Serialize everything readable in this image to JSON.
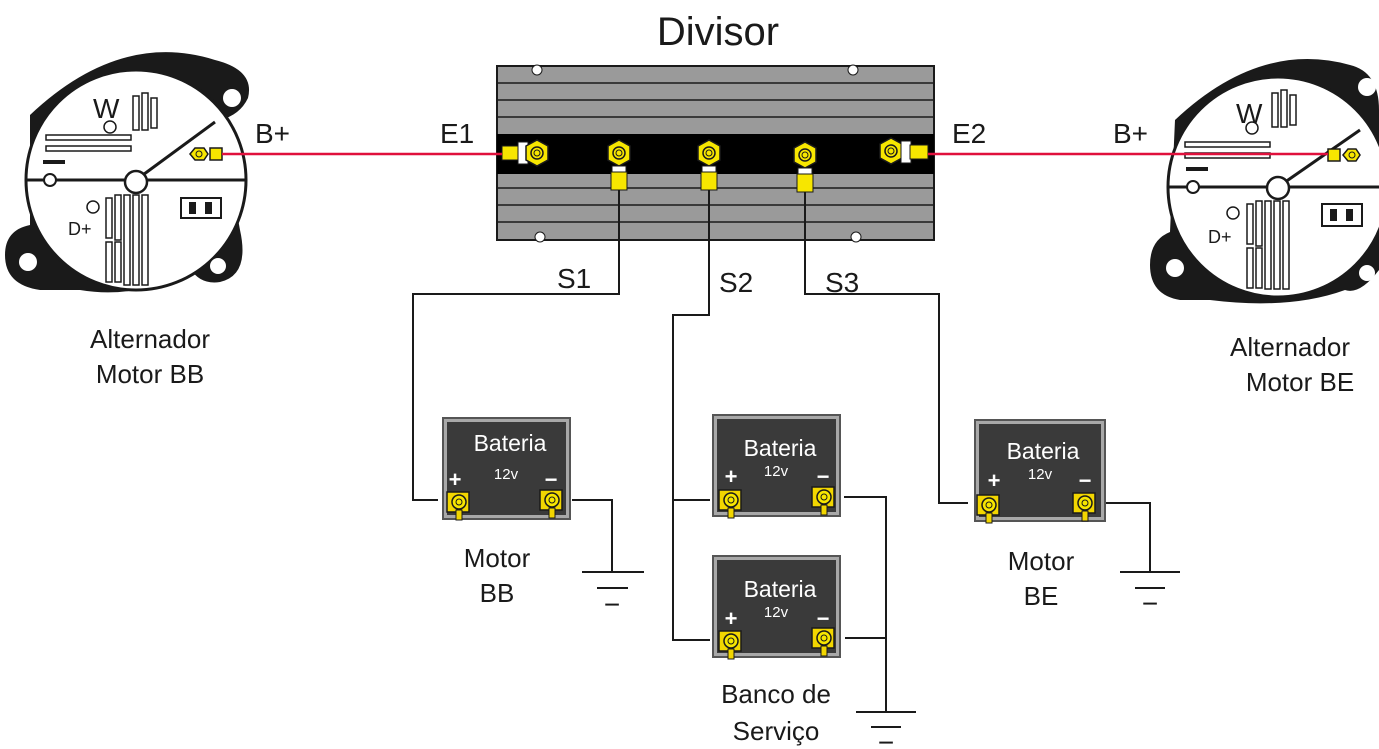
{
  "title": "Divisor",
  "inputs": {
    "e1": "E1",
    "e2": "E2"
  },
  "outputs": {
    "s1": "S1",
    "s2": "S2",
    "s3": "S3"
  },
  "alternators": [
    {
      "terminal": "B+",
      "w": "W",
      "d_plus": "D+",
      "minus": "−",
      "caption_line1": "Alternador",
      "caption_line2": "Motor BB"
    },
    {
      "terminal": "B+",
      "w": "W",
      "d_plus": "D+",
      "minus": "−",
      "caption_line1": "Alternador",
      "caption_line2": "Motor BE"
    }
  ],
  "batteries": [
    {
      "label": "Bateria",
      "voltage": "12v",
      "plus": "+",
      "minus": "−"
    },
    {
      "label": "Bateria",
      "voltage": "12v",
      "plus": "+",
      "minus": "−"
    },
    {
      "label": "Bateria",
      "voltage": "12v",
      "plus": "+",
      "minus": "−"
    },
    {
      "label": "Bateria",
      "voltage": "12v",
      "plus": "+",
      "minus": "−"
    }
  ],
  "captions": {
    "motor_bb_1": "Motor",
    "motor_bb_2": "BB",
    "motor_be_1": "Motor",
    "motor_be_2": "BE",
    "banco_1": "Banco de",
    "banco_2": "Serviço"
  },
  "ground_minus": "−",
  "colors": {
    "wire_red": "#e0103c",
    "terminal_yellow": "#f7e600",
    "fin_gray": "#8c8c8c",
    "battery_body": "#3a3a3a"
  }
}
